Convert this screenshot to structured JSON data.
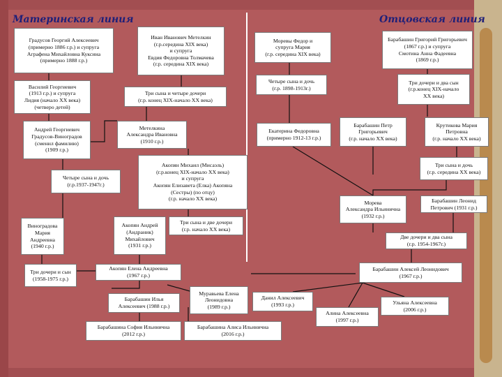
{
  "headings": {
    "maternal": "Материнская линия",
    "paternal": "Отцовская линия"
  },
  "nodes": {
    "gradusov_georgiy": "Градусов Георгий Алексеевич\n(примерно 1886 г.р.) и супруга\nАграфена Михайловна Куксина\n(примерно 1888 г.р.)",
    "metelkin_ivan": "Иван Иванович Метелкин\n(г.р.середина XIX века)\nи супруга\nЕвдия Федоровна Толмачева\n(г.р. середина XIX века)",
    "moreva_fedor": "Моревы Федор и\nсупруга Мария\n(г.р. середина XIX века)",
    "barabashin_grigoriy": "Барабашин Григорий Григорьевич\n(1867 г.р.) и супруга\nСмотина Анна Фадеевна\n(1869 г.р.)",
    "vasiliy_georgievich": "Василий Георгиевич\n(1913 г.р.) и супруга\nЛидия (начало ХХ века)\n(четверо детей)",
    "three_sons_four_daughters": "Три сына и четыре дочери\n(г.р. конец XIX-начало ХХ века)",
    "four_sons_daughter_1898": "Четыре сына и дочь\n(г.р. 1898-1913г.)",
    "three_daughters_two_sons": "Три дочери и два сын\n(г.р.конец XIX-начало\nХХ века)",
    "andrey_georgievich": "Андрей Георгиевич\nГрадусов-Виноградов\n(сменил фамилию)\n(1909 г.р.)",
    "metelkina_aleksandra": "Метелкина\nАлександра Ивановна\n(1910 г.р.)",
    "ekaterina_fedorovna": "Екатерина Федоровна\n(примерно 1912-13 г.р.)",
    "barabashin_petr": "Барабашин Петр\nГригорьевич\n(г.р. начало ХХ века)",
    "krutikova_maria": "Крутикова Мария\nПетровна\n(г.р. начало ХХ века)",
    "akopyan_mihail": "Акопян Михаил (Мисаэль)\n(г.р.конец XIX-начало ХХ века)\nи супруга\nАкопян Елизавета (Елка) Акопяна\n(Сестры) (по отцу)\n(г.р. начало ХХ века)",
    "four_sons_daughter_1937": "Четыре сына и дочь\n(г.р.1937-1947г.)",
    "three_sons_daughter_mid": "Три сына и дочь\n(г.р. середина ХХ века)",
    "moreva_aleksandra": "Морева\nАлександра Ильинична\n(1932 г.р.)",
    "barabashin_leonid": "Барабашин Леонид\nПетрович (1931 г.р.)",
    "vinogradova_maria": "Виноградова\nМария\nАндреевна\n(1940 г.р.)",
    "akopyan_andrey": "Акопян Андрей\n(Андраник)\nМихайлович\n(1931 г.р.)",
    "three_sons_two_daughters": "Три сына и две дочери\n(г.р. начало ХХ века)",
    "two_daughters_two_sons": "Две дочери и два сына\n(г.р. 1954-1967г.)",
    "three_daughters_son": "Три дочери и сын\n(1958-1975 г.р.)",
    "akopyan_elena": "Акопян Елена Андреевна\n(1967 г.р.)",
    "barabashin_aleksey": "Барабашин Алексей Леонидович\n(1967 г.р.)",
    "barabashin_ilya": "Барабашин Илья\nАлексеевич (1988 г.р.)",
    "muravyeva_elena": "Муравьева Елена\nЛеонидовна\n(1989 г.р.)",
    "daniil_alekseevich": "Данил Алексеевич\n(1993 г.р.)",
    "alina_alekseevna": "Алина Алексеевна\n(1997 г.р.)",
    "ulyana_alekseevna": "Ульяна Алексеевна\n(2006 г.р.)",
    "barabashina_sofia": "Барабашина София Ильинична\n(2012 г.р.)",
    "barabashina_alisa": "Барабашина Алиса Ильинична\n(2016 г.р.)"
  },
  "colors": {
    "background": "#b25a5c",
    "box": "#ffffff",
    "heading": "#1f1f78",
    "connector": "#111111",
    "divider": "#ffffff"
  }
}
